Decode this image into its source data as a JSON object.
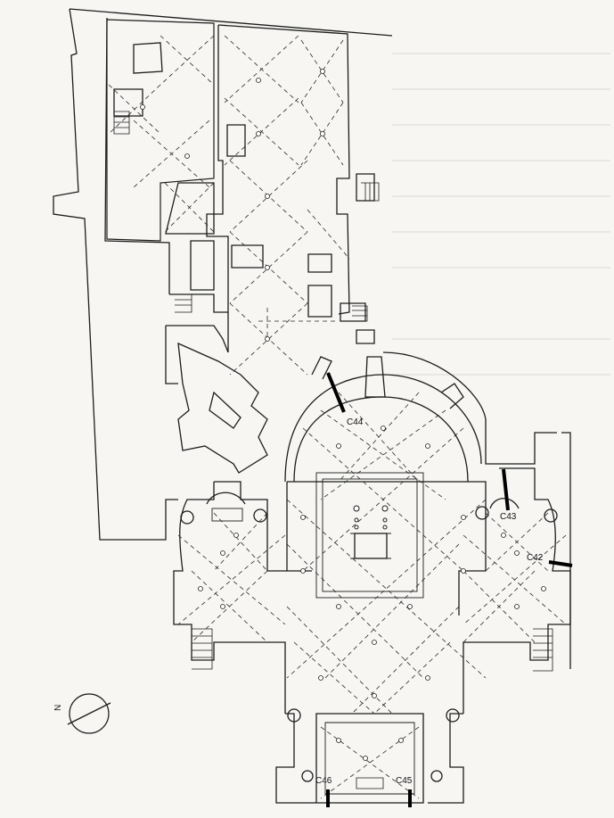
{
  "plan": {
    "section_labels": {
      "c44": "C44",
      "c43": "C43",
      "c42": "C42",
      "c46": "C46",
      "c45": "C45"
    },
    "north_arrow": {
      "letter": "N",
      "icon": "north-arrow-icon"
    },
    "colors": {
      "ink": "#1d1d1d",
      "paper": "#f7f6f3",
      "section_marker": "#000000"
    }
  }
}
